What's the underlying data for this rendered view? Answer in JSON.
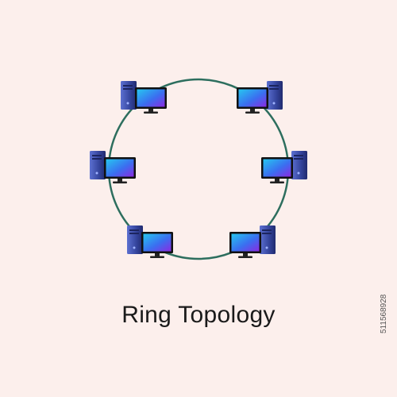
{
  "diagram": {
    "title": "Ring Topology",
    "side_id": "511568928",
    "ring_color": "#2d6e5e",
    "nodes": [
      {
        "name": "computer-top-left"
      },
      {
        "name": "computer-top-right"
      },
      {
        "name": "computer-middle-left"
      },
      {
        "name": "computer-middle-right"
      },
      {
        "name": "computer-bottom-left"
      },
      {
        "name": "computer-bottom-right"
      }
    ],
    "icons": {
      "tower": "desktop-tower-icon",
      "monitor": "monitor-icon"
    },
    "colors": {
      "tower_dark": "#2a3a8e",
      "tower_light": "#5468c9",
      "screen_top": "#26c6f0",
      "screen_bottom": "#7b2ee0",
      "bezel": "#111111"
    }
  }
}
